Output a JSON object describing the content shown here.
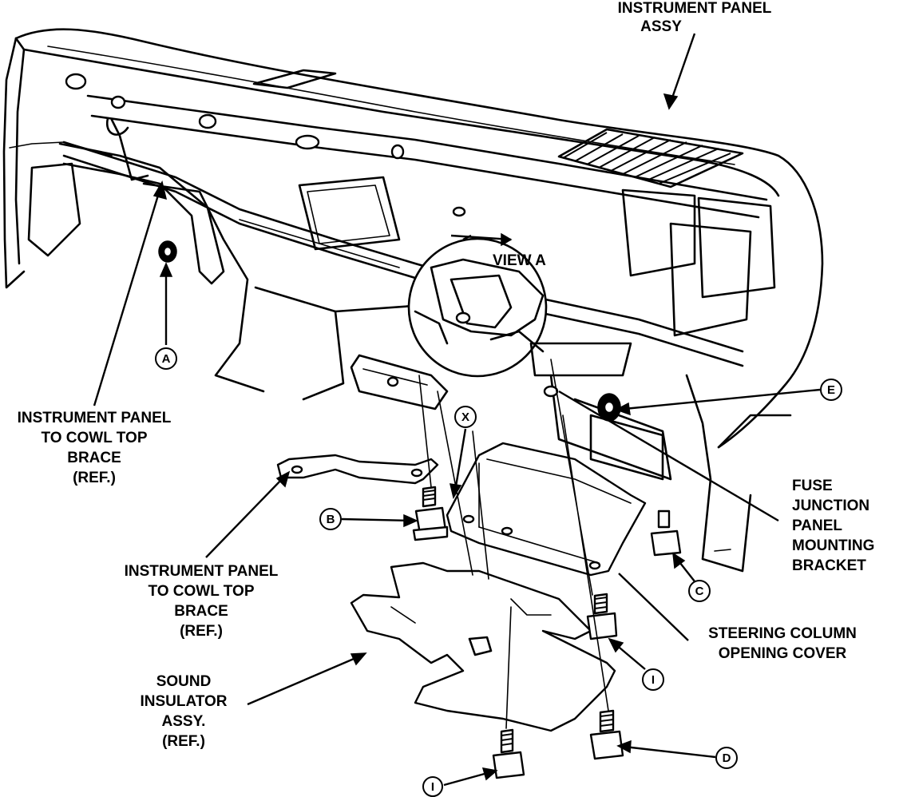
{
  "labels": {
    "instrument_panel_assy_line1": "INSTRUMENT PANEL",
    "instrument_panel_assy_line2": "ASSY",
    "view_a": "VIEW A",
    "brace_upper_line1": "INSTRUMENT PANEL",
    "brace_upper_line2": "TO COWL TOP",
    "brace_upper_line3": "BRACE",
    "brace_upper_line4": "(REF.)",
    "brace_lower_line1": "INSTRUMENT PANEL",
    "brace_lower_line2": "TO COWL TOP",
    "brace_lower_line3": "BRACE",
    "brace_lower_line4": "(REF.)",
    "fuse_line1": "FUSE",
    "fuse_line2": "JUNCTION",
    "fuse_line3": "PANEL",
    "fuse_line4": "MOUNTING",
    "fuse_line5": "BRACKET",
    "steering_line1": "STEERING COLUMN",
    "steering_line2": "OPENING COVER",
    "sound_line1": "SOUND",
    "sound_line2": "INSULATOR",
    "sound_line3": "ASSY.",
    "sound_line4": "(REF.)"
  },
  "markers": {
    "a": "A",
    "b": "B",
    "c": "C",
    "d": "D",
    "e": "E",
    "x": "X",
    "i_upper": "I",
    "i_lower": "I"
  }
}
